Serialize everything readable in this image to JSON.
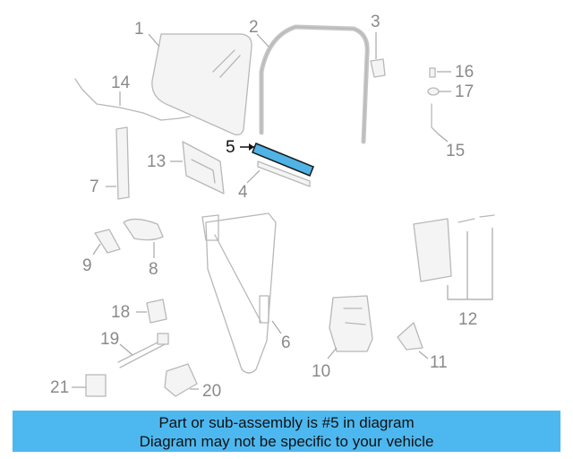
{
  "callouts": {
    "c1": "1",
    "c2": "2",
    "c3": "3",
    "c4": "4",
    "c5": "5",
    "c6": "6",
    "c7": "7",
    "c8": "8",
    "c9": "9",
    "c10": "10",
    "c11": "11",
    "c12": "12",
    "c13": "13",
    "c14": "14",
    "c15": "15",
    "c16": "16",
    "c17": "17",
    "c18": "18",
    "c19": "19",
    "c20": "20",
    "c21": "21"
  },
  "highlight": {
    "part_number": "5",
    "color": "#4fb3e6"
  },
  "colors": {
    "banner": "#4db8f0",
    "parts": "#b8b8b8",
    "labels": "#8a8a8a"
  },
  "banner": {
    "line1": "Part or sub-assembly is #5 in diagram",
    "line2": "Diagram may not be specific to your vehicle"
  }
}
